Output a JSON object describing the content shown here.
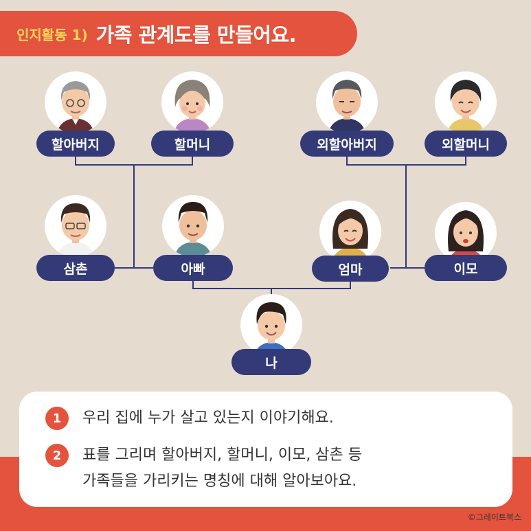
{
  "title": {
    "prefix": "인지활동 1)",
    "main": "가족 관계도를 만들어요."
  },
  "members": {
    "grandfather": "할아버지",
    "grandmother": "할머니",
    "maternal_grandfather": "외할아버지",
    "maternal_grandmother": "외할머니",
    "uncle": "삼촌",
    "father": "아빠",
    "mother": "엄마",
    "aunt": "이모",
    "me": "나"
  },
  "steps": [
    {
      "number": "1",
      "text": "우리 집에 누가 살고 있는지 이야기해요."
    },
    {
      "number": "2",
      "line1": "표를 그리며 할아버지, 할머니, 이모, 삼촌 등",
      "line2": "가족들을 가리키는 명칭에 대해 알아보아요."
    }
  ],
  "copyright": "©그레이트북스",
  "colors": {
    "background": "#e5dbcf",
    "accent": "#e3533d",
    "title_prefix": "#ffd75a",
    "tag": "#333a77",
    "connector": "#333a77"
  }
}
